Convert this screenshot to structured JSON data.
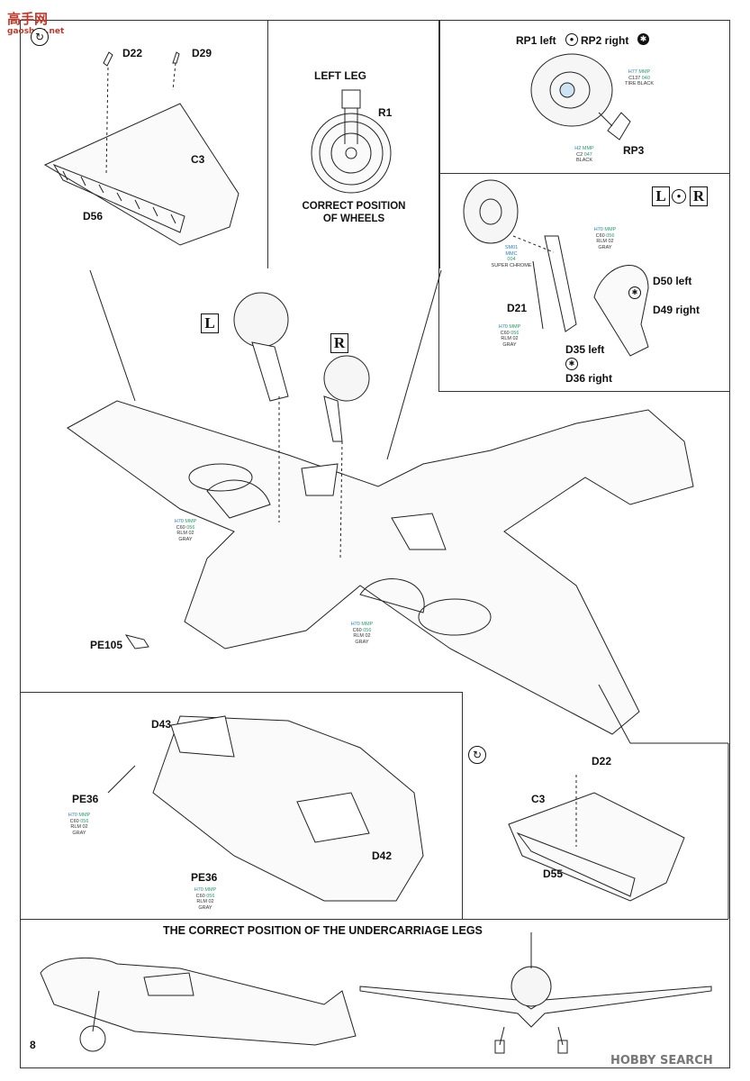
{
  "page_number": "8",
  "watermark_top": {
    "logo_text": "高手网",
    "url": "gaoshou.net"
  },
  "watermark_bottom": "HOBBY SEARCH",
  "colors": {
    "accent_red": "#c0392b",
    "paint_blue": "#2b7fb8",
    "paint_green": "#2a9a6a"
  },
  "step1": {
    "parts": [
      "D22",
      "D29",
      "C3",
      "D56"
    ],
    "icon": "wing-flip-icon"
  },
  "step2": {
    "title": "LEFT  LEG",
    "part": "R1",
    "caption_line1": "CORRECT POSITION",
    "caption_line2": "OF WHEELS"
  },
  "step3": {
    "part_left": "RP1 left",
    "part_right": "RP2 right",
    "part_hub": "RP3",
    "paint_tire": {
      "h": "H77",
      "m": "MMP",
      "c": "C137",
      "n": "040",
      "name": "TIRE BLACK"
    },
    "paint_hub": {
      "h": "H2",
      "m": "MMP",
      "c": "C2",
      "n": "047",
      "name": "BLACK"
    }
  },
  "step4": {
    "side_left": "L",
    "side_right": "R",
    "parts": {
      "d21": "D21",
      "d50": "D50 left",
      "d49": "D49 right",
      "d35": "D35 left",
      "d36": "D36 right"
    },
    "paint_gray": {
      "h": "H70",
      "m": "MMP",
      "c": "C60",
      "n": "056",
      "name1": "RLM 02",
      "name2": "GRAY"
    },
    "paint_chrome": {
      "h": "SM01",
      "m": "MMC",
      "n": "004",
      "name": "SUPER CHROME"
    },
    "paint_strut": {
      "h": "H70",
      "m": "MMP",
      "c": "C60",
      "n": "056",
      "name1": "RLM 02",
      "name2": "GRAY"
    }
  },
  "main": {
    "side_left": "L",
    "side_right": "R",
    "part": "PE105",
    "paint": {
      "h": "H70",
      "m": "MMP",
      "c": "C60",
      "n": "056",
      "name1": "RLM 02",
      "name2": "GRAY"
    }
  },
  "step5": {
    "parts": [
      "D43",
      "PE36",
      "PE36",
      "D42"
    ],
    "paint": {
      "h": "H70",
      "m": "MMP",
      "c": "C60",
      "n": "056",
      "name1": "RLM 02",
      "name2": "GRAY"
    }
  },
  "step6": {
    "parts": [
      "D22",
      "C3",
      "D55"
    ],
    "icon": "wing-flip-icon"
  },
  "footer": {
    "title": "THE CORRECT POSITION OF THE UNDERCARRIAGE LEGS"
  }
}
